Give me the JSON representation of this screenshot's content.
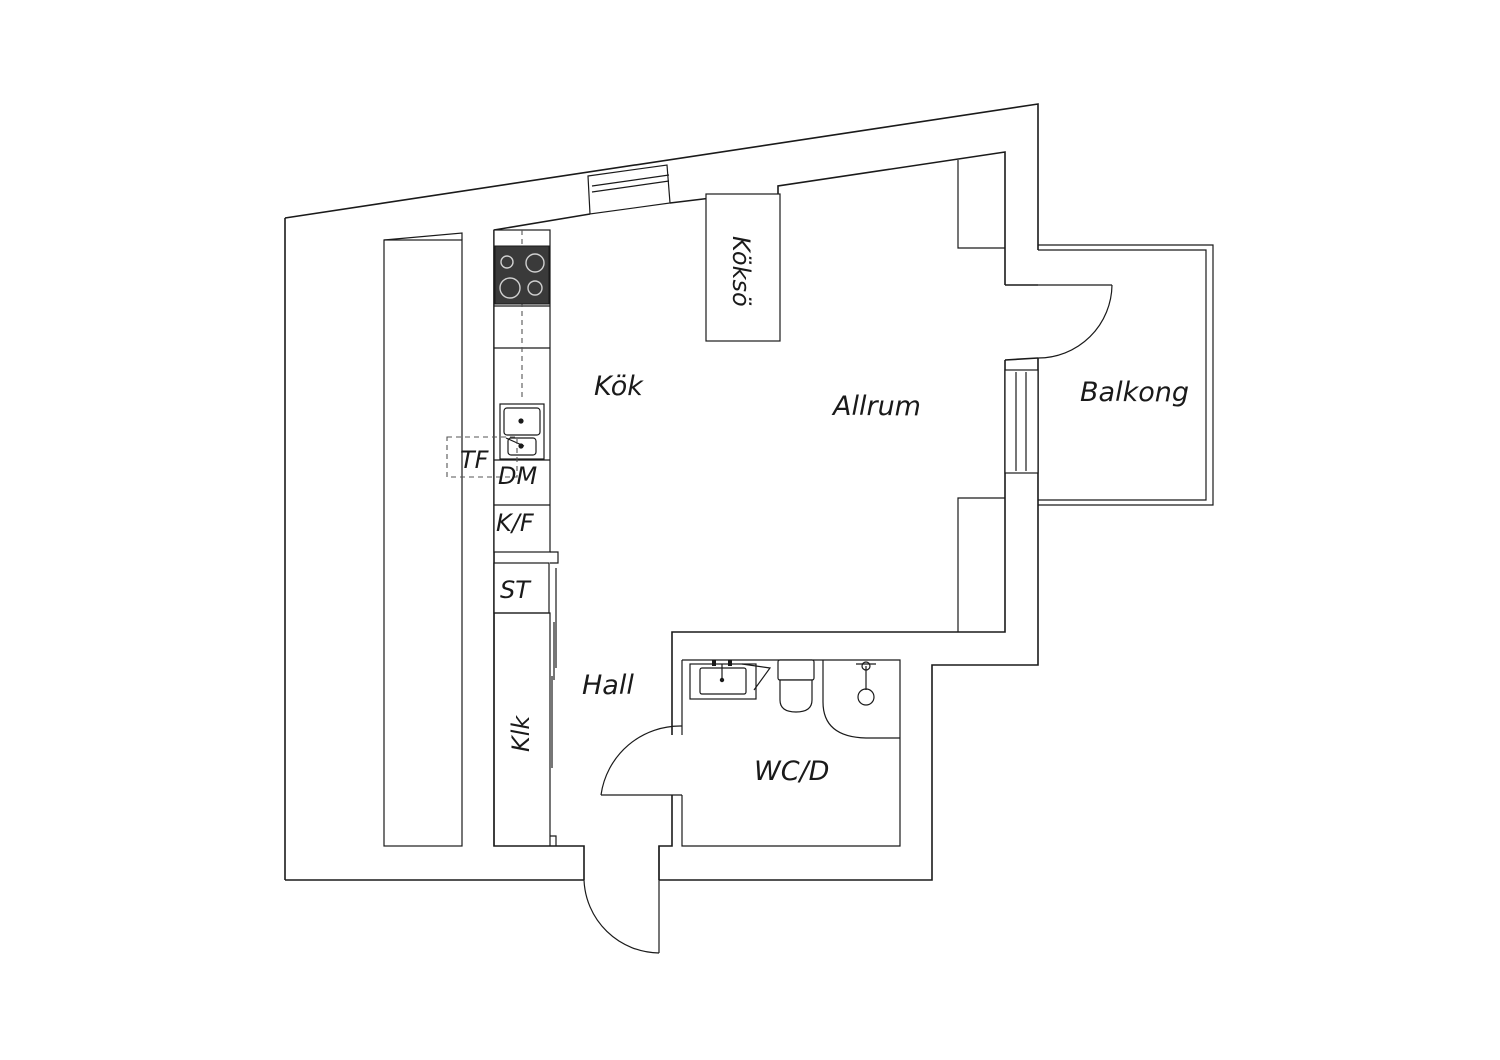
{
  "rooms": {
    "kok": "Kök",
    "allrum": "Allrum",
    "balkong": "Balkong",
    "hall": "Hall",
    "wc": "WC/D",
    "kokso": "Köksö"
  },
  "fixtures": {
    "tf": "TF",
    "dm": "DM",
    "kf": "K/F",
    "st": "ST",
    "klk": "Klk"
  },
  "colors": {
    "line": "#1a1a1a",
    "stove": "#3a3a3a",
    "background": "#ffffff"
  }
}
